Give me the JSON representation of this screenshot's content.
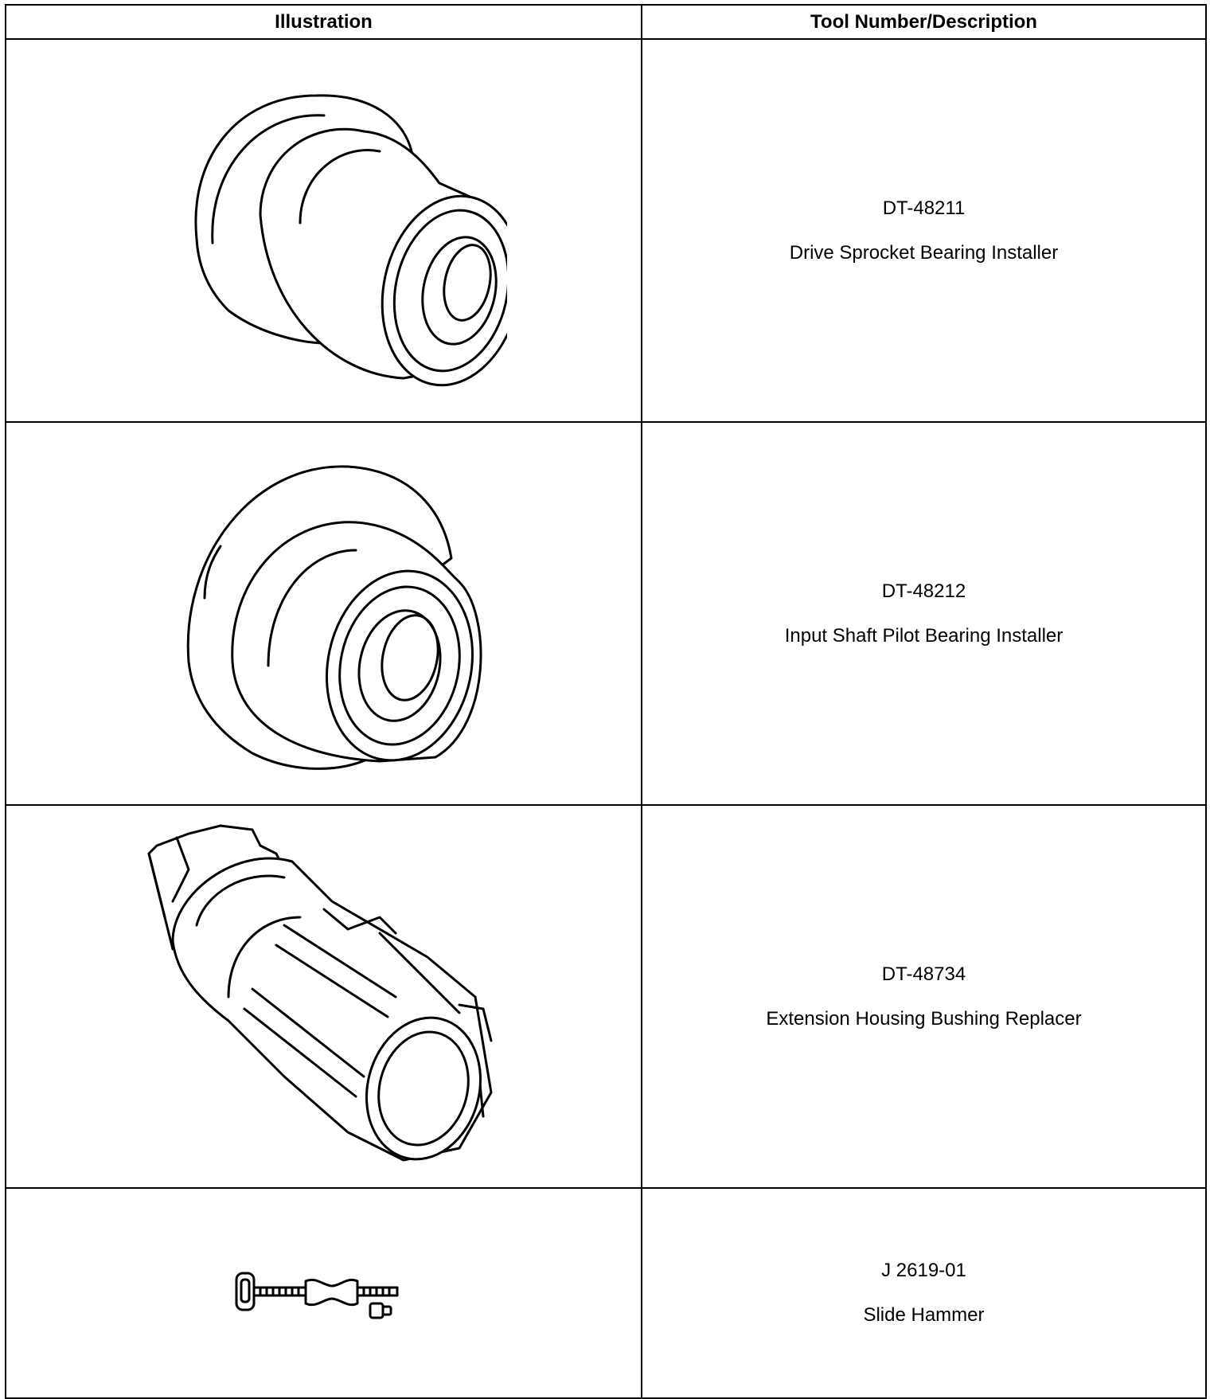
{
  "table": {
    "headers": {
      "illustration": "Illustration",
      "description": "Tool Number/Description"
    },
    "rows": [
      {
        "tool_number": "DT-48211",
        "description": "Drive Sprocket Bearing Installer",
        "icon": "bearing-installer-icon"
      },
      {
        "tool_number": "DT-48212",
        "description": "Input Shaft Pilot Bearing Installer",
        "icon": "pilot-bearing-installer-icon"
      },
      {
        "tool_number": "DT-48734",
        "description": "Extension Housing Bushing Replacer",
        "icon": "bushing-replacer-icon"
      },
      {
        "tool_number": "J 2619-01",
        "description": "Slide Hammer",
        "icon": "slide-hammer-icon"
      }
    ]
  }
}
